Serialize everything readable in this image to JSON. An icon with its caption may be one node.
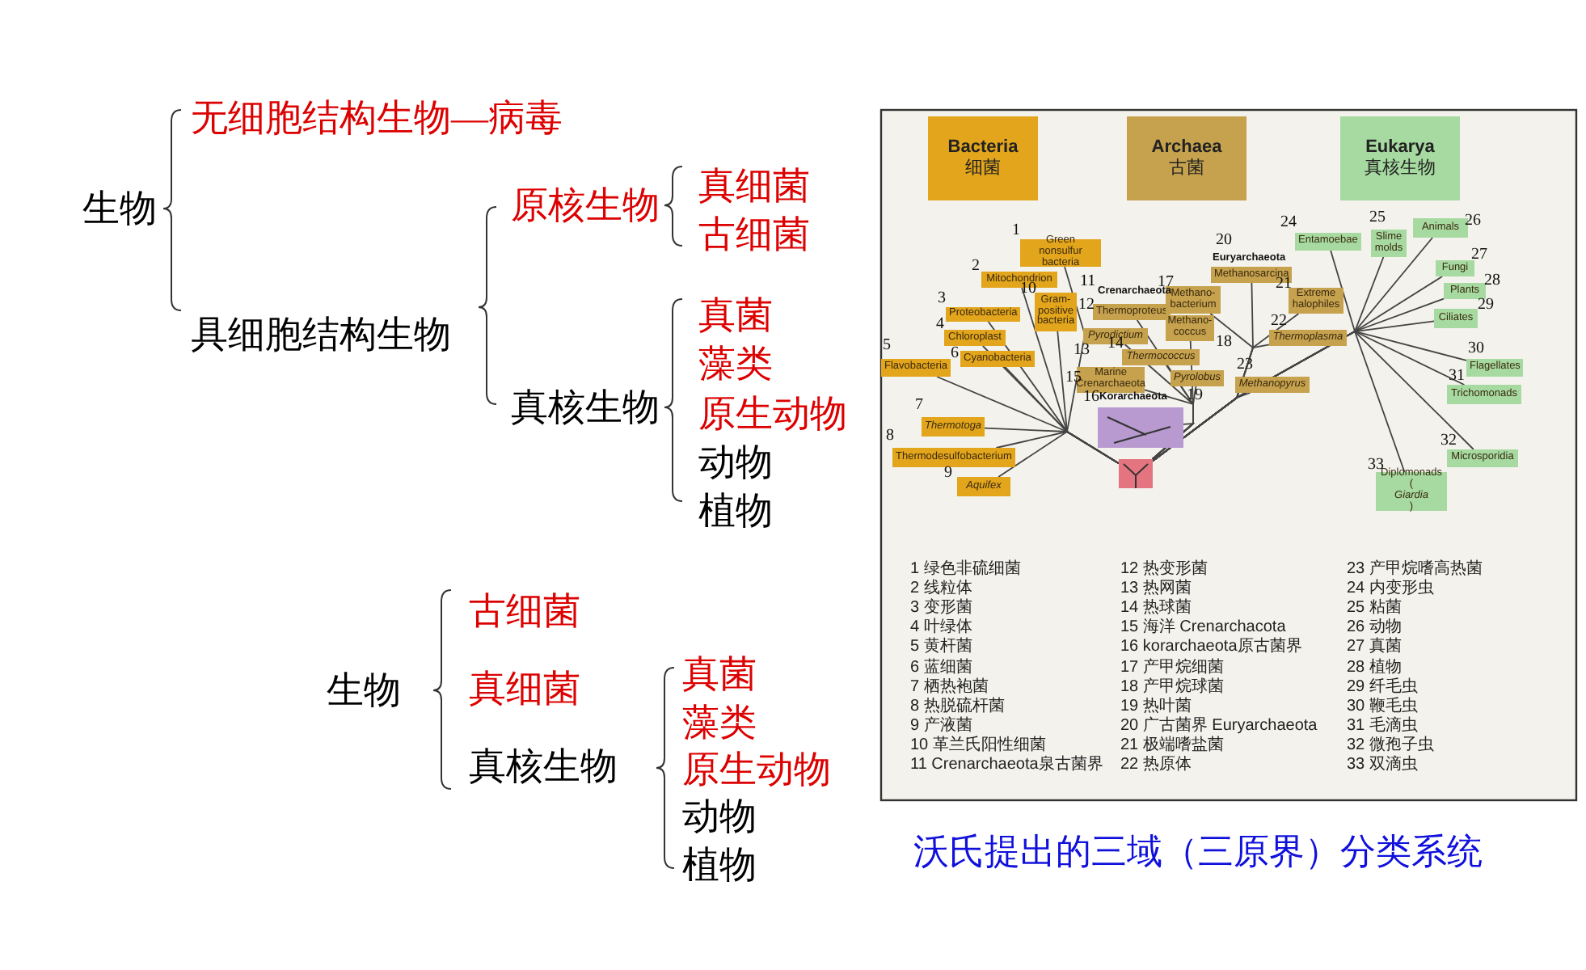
{
  "diagram": {
    "caption": "沃氏提出的三域（三原界）分类系统",
    "nodes": [
      {
        "text": [
          "Bacteria",
          "细菌"
        ]
      },
      {
        "text": [
          "Archaea",
          "古菌"
        ]
      },
      {
        "text": [
          "Eukarya",
          "真核生物"
        ]
      },
      {
        "text": [
          "Green nonsulfur bacteria"
        ],
        "beside": [
          "1"
        ]
      },
      {
        "text": [
          "Mitochondrion"
        ],
        "beside": [
          "2"
        ]
      },
      {
        "text": [
          "Proteobacteria"
        ],
        "beside": [
          "3"
        ]
      },
      {
        "text": [
          "Chloroplast"
        ],
        "beside": [
          "4"
        ]
      },
      {
        "text": [
          "Flavobacteria"
        ],
        "beside": [
          "5"
        ]
      },
      {
        "text": [
          "Cyanobacteria"
        ],
        "beside": [
          "6"
        ]
      },
      {
        "text": [
          "Thermotoga"
        ],
        "beside": [
          "7"
        ]
      },
      {
        "text": [
          "Thermodesulfobacterium"
        ],
        "beside": [
          "8"
        ]
      },
      {
        "text": [
          "Aquifex"
        ],
        "beside": [
          "9"
        ]
      },
      {
        "text": [
          "Gram-positive bacteria"
        ],
        "beside": [
          "10"
        ]
      },
      {
        "text": [
          "Thermoproteus"
        ],
        "beside": [
          "12"
        ]
      },
      {
        "text": [
          "Pyrodictium"
        ],
        "beside": [
          "13"
        ]
      },
      {
        "text": [
          "Thermococcus"
        ],
        "beside": [
          "14"
        ]
      },
      {
        "text": [
          "Marine Crenarchaeota"
        ],
        "beside": [
          "15"
        ]
      },
      {
        "text": [],
        "shape": "box",
        "beside": [
          "16",
          "Korarchaeota"
        ]
      },
      {
        "text": [
          "Methano-bacterium"
        ],
        "beside": [
          "17"
        ]
      },
      {
        "text": [
          "Methano-coccus"
        ],
        "beside": [
          "18"
        ]
      },
      {
        "text": [
          "Pyrolobus"
        ],
        "beside": [
          "19"
        ]
      },
      {
        "text": [
          "Methanosarcina"
        ],
        "beside": [
          "20",
          "Euryarchaeota"
        ]
      },
      {
        "text": [
          "Extreme halophiles"
        ],
        "beside": [
          "21"
        ]
      },
      {
        "text": [
          "Thermoplasma"
        ],
        "beside": [
          "22"
        ]
      },
      {
        "text": [
          "Methanopyrus"
        ],
        "beside": [
          "23"
        ]
      },
      {
        "text": [
          "Entamoebae"
        ],
        "beside": [
          "24"
        ]
      },
      {
        "text": [
          "Slime molds"
        ],
        "beside": [
          "25"
        ]
      },
      {
        "text": [
          "Animals"
        ],
        "beside": [
          "26"
        ]
      },
      {
        "text": [
          "Fungi"
        ],
        "beside": [
          "27"
        ]
      },
      {
        "text": [
          "Plants"
        ],
        "beside": [
          "28"
        ]
      },
      {
        "text": [
          "Ciliates"
        ],
        "beside": [
          "29"
        ]
      },
      {
        "text": [
          "Flagellates"
        ],
        "beside": [
          "30"
        ]
      },
      {
        "text": [
          "Trichomonads"
        ],
        "beside": [
          "31"
        ]
      },
      {
        "text": [
          "Microsporidia"
        ],
        "beside": [
          "32"
        ]
      },
      {
        "text": [
          "Diplomonads (*Giardia*)"
        ],
        "beside": [
          "33"
        ]
      },
      {
        "text": [],
        "shape": "box"
      }
    ],
    "edges": [
      {
        "from": 3,
        "to": 35,
        "arrow": "none"
      },
      {
        "from": 4,
        "to": 35,
        "arrow": "none"
      },
      {
        "from": 5,
        "to": 35,
        "arrow": "none"
      },
      {
        "from": 6,
        "to": 35,
        "arrow": "none"
      },
      {
        "from": 7,
        "to": 35,
        "arrow": "none"
      },
      {
        "from": 8,
        "to": 35,
        "arrow": "none"
      },
      {
        "from": 9,
        "to": 35,
        "arrow": "none"
      },
      {
        "from": 10,
        "to": 35,
        "arrow": "none"
      },
      {
        "from": 11,
        "to": 35,
        "arrow": "none"
      },
      {
        "from": 12,
        "to": 35,
        "arrow": "none"
      },
      {
        "from": 13,
        "to": 35,
        "arrow": "none"
      },
      {
        "from": 14,
        "to": 35,
        "arrow": "none"
      },
      {
        "from": 15,
        "to": 35,
        "arrow": "none"
      },
      {
        "from": 16,
        "to": 35,
        "arrow": "none"
      },
      {
        "from": 17,
        "to": 35,
        "arrow": "none"
      },
      {
        "from": 18,
        "to": 35,
        "arrow": "none"
      },
      {
        "from": 19,
        "to": 35,
        "arrow": "none"
      },
      {
        "from": 20,
        "to": 35,
        "arrow": "none"
      },
      {
        "from": 21,
        "to": 35,
        "arrow": "none"
      },
      {
        "from": 22,
        "to": 35,
        "arrow": "none"
      },
      {
        "from": 23,
        "to": 35,
        "arrow": "none"
      },
      {
        "from": 24,
        "to": 35,
        "arrow": "none"
      },
      {
        "from": 25,
        "to": 35,
        "arrow": "none"
      },
      {
        "from": 26,
        "to": 35,
        "arrow": "none"
      },
      {
        "from": 27,
        "to": 35,
        "arrow": "none"
      },
      {
        "from": 28,
        "to": 35,
        "arrow": "none"
      },
      {
        "from": 29,
        "to": 35,
        "arrow": "none"
      },
      {
        "from": 30,
        "to": 35,
        "arrow": "none"
      },
      {
        "from": 31,
        "to": 35,
        "arrow": "none"
      },
      {
        "from": 32,
        "to": 35,
        "arrow": "none"
      },
      {
        "from": 33,
        "to": 35,
        "arrow": "none"
      },
      {
        "from": 34,
        "to": 35,
        "arrow": "none"
      }
    ],
    "labels": [
      "生物",
      "无细胞结构生物—病毒",
      "具细胞结构生物",
      "原核生物",
      "真核生物",
      "真细菌",
      "古细菌",
      "真菌",
      "藻类",
      "原生动物",
      "动物",
      "植物",
      "11",
      "Crenarchaeota",
      "1 绿色非硫细菌",
      "2 线粒体",
      "3 变形菌",
      "4 叶绿体",
      "5 黄杆菌",
      "6 蓝细菌",
      "7 栖热袍菌",
      "8 热脱硫杆菌",
      "9 产液菌",
      "10 革兰氏阳性细菌",
      "11 Crenarchaeota泉古菌界",
      "12 热变形菌",
      "13 热网菌",
      "14 热球菌",
      "15 海洋 Crenarchacota",
      "16 korarchaeota原古菌界",
      "17 产甲烷细菌",
      "18 产甲烷球菌",
      "19 热叶菌",
      "20 广古菌界 Euryarchaeota",
      "21 极端嗜盐菌",
      "22 热原体",
      "23 产甲烷嗜高热菌",
      "24 内变形虫",
      "25 粘菌",
      "26 动物",
      "27 真菌",
      "28 植物",
      "29 纤毛虫",
      "30 鞭毛虫",
      "31 毛滴虫",
      "32 微孢子虫",
      "33 双滴虫",
      "生物",
      "古细菌",
      "真细菌",
      "真核生物",
      "真菌",
      "藻类",
      "原生动物",
      "动物",
      "植物"
    ]
  }
}
